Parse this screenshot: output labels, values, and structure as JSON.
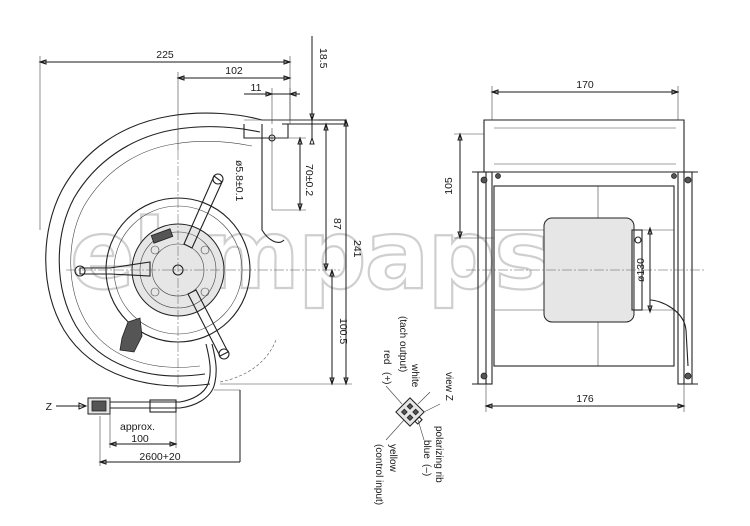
{
  "watermark": "ebmpapst",
  "front_view": {
    "dims": {
      "width_total": "225",
      "outlet_width": "102",
      "offset_11": "11",
      "offset_18_5": "18.5",
      "hole_dia": "ø5.8±0.1",
      "hole_spacing": "70±0.2",
      "height_87": "87",
      "height_241": "241",
      "height_100_5": "100.5"
    },
    "cable": {
      "approx_label": "approx.",
      "approx_value": "100",
      "length": "2600+20"
    },
    "view_arrow": "Z"
  },
  "side_view": {
    "dims": {
      "width_top": "170",
      "width_bottom": "176",
      "depth_105": "105",
      "dia_130": "ø130"
    }
  },
  "connector": {
    "view_label": "view Z",
    "wires": [
      {
        "name": "white",
        "function": "(tach output)"
      },
      {
        "name": "red",
        "function": "(+)"
      },
      {
        "name": "polarizing rib",
        "function": ""
      },
      {
        "name": "blue",
        "function": "(–)"
      },
      {
        "name": "yellow",
        "function": "(control input)"
      }
    ]
  }
}
